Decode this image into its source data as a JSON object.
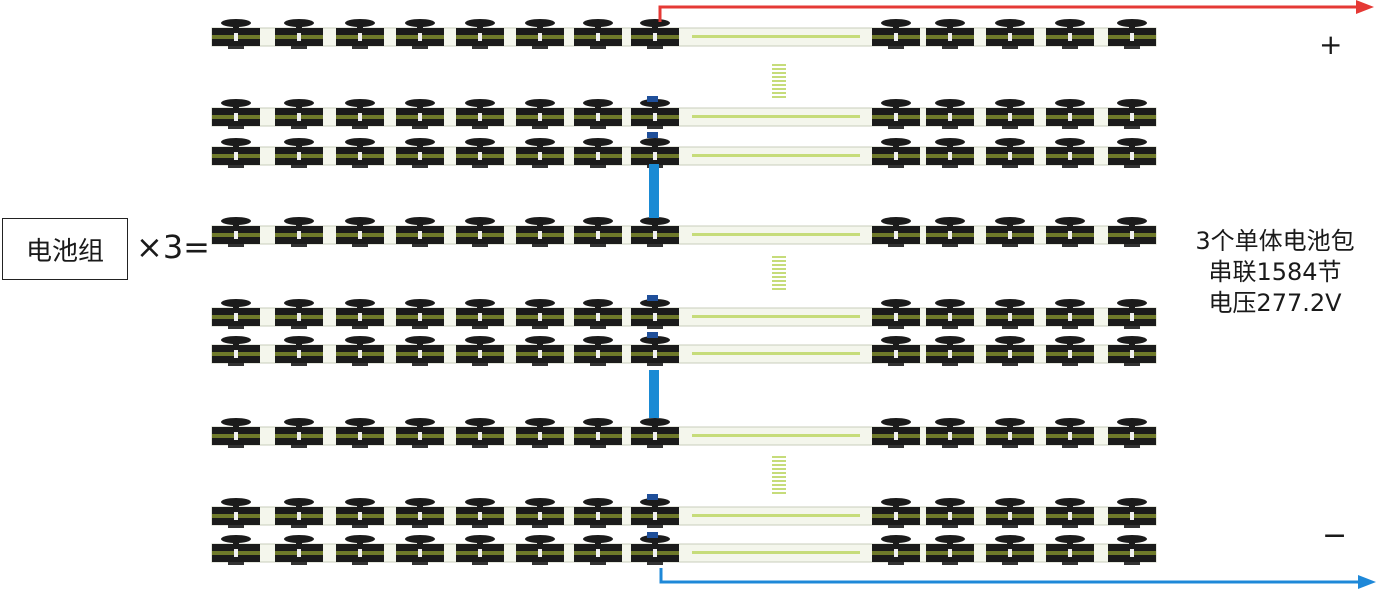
{
  "labels": {
    "group_box": "电池组",
    "multiplier": "×3=",
    "description": [
      "3个单体电池包",
      "串联1584节",
      "电压277.2V"
    ],
    "positive": "+",
    "negative": "−"
  },
  "colors": {
    "positive_lead": "#e53935",
    "negative_lead": "#1e88d8",
    "series_link": "#1a8ad4",
    "cell_body": "#1b1b1b",
    "cell_band": "#6f7a2a",
    "strip": "#f4f6ec",
    "connector": "#c6dc7a"
  }
}
